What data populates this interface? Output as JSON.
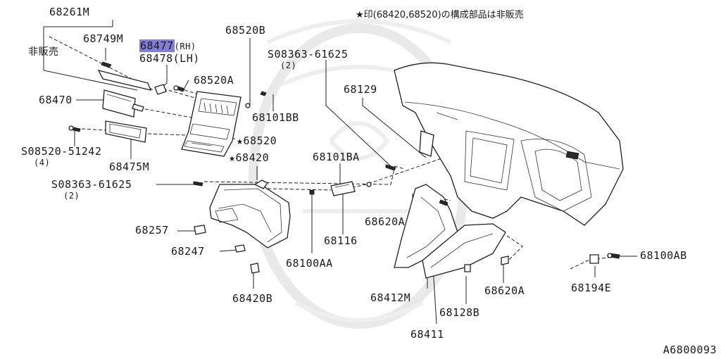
{
  "header_note": "★印(68420,68520)の構成部品は非販売",
  "diagram_code": "A6800093",
  "labels": {
    "p68261M": "68261M",
    "p68749M": "68749M",
    "hanbai": "非販売",
    "p68477": "68477",
    "p68477_side": "(RH)",
    "p68478": "68478(LH)",
    "p68520A": "68520A",
    "p68520B": "68520B",
    "p68101BB": "68101BB",
    "p68470": "68470",
    "p68520": "★68520",
    "s08520": "S08520-51242",
    "s08520_qty": "(4)",
    "p68475M": "68475M",
    "p68420": "★68420",
    "s08363_left": "S08363-61625",
    "s08363_left_qty": "(2)",
    "s08363_top": "S08363-61625",
    "s08363_top_qty": "(2)",
    "p68129": "68129",
    "p68101BA": "68101BA",
    "p68257": "68257",
    "p68247": "68247",
    "p68420B": "68420B",
    "p68100AA": "68100AA",
    "p68116": "68116",
    "p68620A_upper": "68620A",
    "p68412M": "68412M",
    "p68411": "68411",
    "p68128B": "68128B",
    "p68620A_lower": "68620A",
    "p68194E": "68194E",
    "p68100AB": "68100AB"
  }
}
